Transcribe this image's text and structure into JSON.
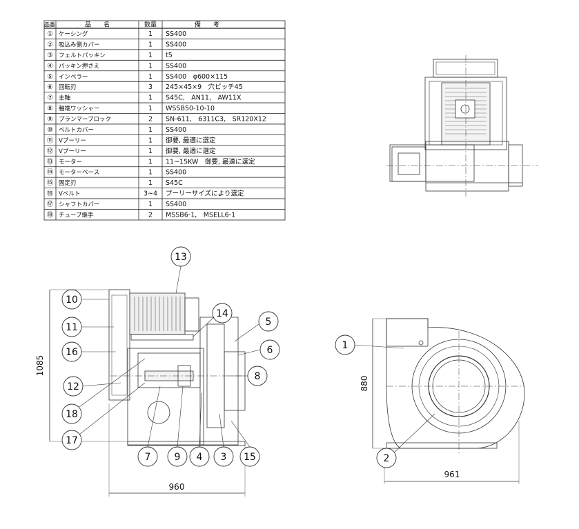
{
  "parts_table": {
    "headers": [
      "品番",
      "品　　名",
      "数量",
      "備　　考"
    ],
    "rows": [
      {
        "no": "①",
        "name": "ケーシング",
        "qty": "1",
        "note": "SS400"
      },
      {
        "no": "②",
        "name": "吸込み側カバー",
        "qty": "1",
        "note": "SS400"
      },
      {
        "no": "③",
        "name": "フェルトパッキン",
        "qty": "1",
        "note": "t5"
      },
      {
        "no": "④",
        "name": "パッキン押さえ",
        "qty": "1",
        "note": "SS400"
      },
      {
        "no": "⑤",
        "name": "インペラー",
        "qty": "1",
        "note": "SS400　φ600×115"
      },
      {
        "no": "⑥",
        "name": "回転刃",
        "qty": "3",
        "note": "245×45×9　穴ピッチ45"
      },
      {
        "no": "⑦",
        "name": "主軸",
        "qty": "1",
        "note": "S45C,　AN11,　AW11X"
      },
      {
        "no": "⑧",
        "name": "軸端ワッシャー",
        "qty": "1",
        "note": "WSSB50-10-10"
      },
      {
        "no": "⑨",
        "name": "プランマーブロック",
        "qty": "2",
        "note": "SN-611,　6311C3,　SR120X12"
      },
      {
        "no": "⑩",
        "name": "ベルトカバー",
        "qty": "1",
        "note": "SS400"
      },
      {
        "no": "⑪",
        "name": "Vプーリー",
        "qty": "1",
        "note": "御要, 最適に選定"
      },
      {
        "no": "⑫",
        "name": "Vプーリー",
        "qty": "1",
        "note": "御要, 最適に選定"
      },
      {
        "no": "⑬",
        "name": "モーター",
        "qty": "1",
        "note": "11~15KW　御要, 最適に選定"
      },
      {
        "no": "⑭",
        "name": "モーターベース",
        "qty": "1",
        "note": "SS400"
      },
      {
        "no": "⑮",
        "name": "固定刃",
        "qty": "1",
        "note": "S45C"
      },
      {
        "no": "⑯",
        "name": "Vベルト",
        "qty": "3~4",
        "note": "プーリーサイズにより選定"
      },
      {
        "no": "⑰",
        "name": "シャフトカバー",
        "qty": "1",
        "note": "SS400"
      },
      {
        "no": "⑱",
        "name": "チューブ継手",
        "qty": "2",
        "note": "MSSB6-1,　MSELL6-1"
      }
    ]
  },
  "side_view": {
    "callouts": [
      "13",
      "14",
      "10",
      "5",
      "11",
      "6",
      "16",
      "8",
      "12",
      "18",
      "17",
      "7",
      "9",
      "4",
      "3",
      "15"
    ],
    "dim_height": "1085",
    "dim_width": "960"
  },
  "front_view": {
    "callouts": [
      "1",
      "2"
    ],
    "dim_height": "880",
    "dim_width": "961"
  }
}
